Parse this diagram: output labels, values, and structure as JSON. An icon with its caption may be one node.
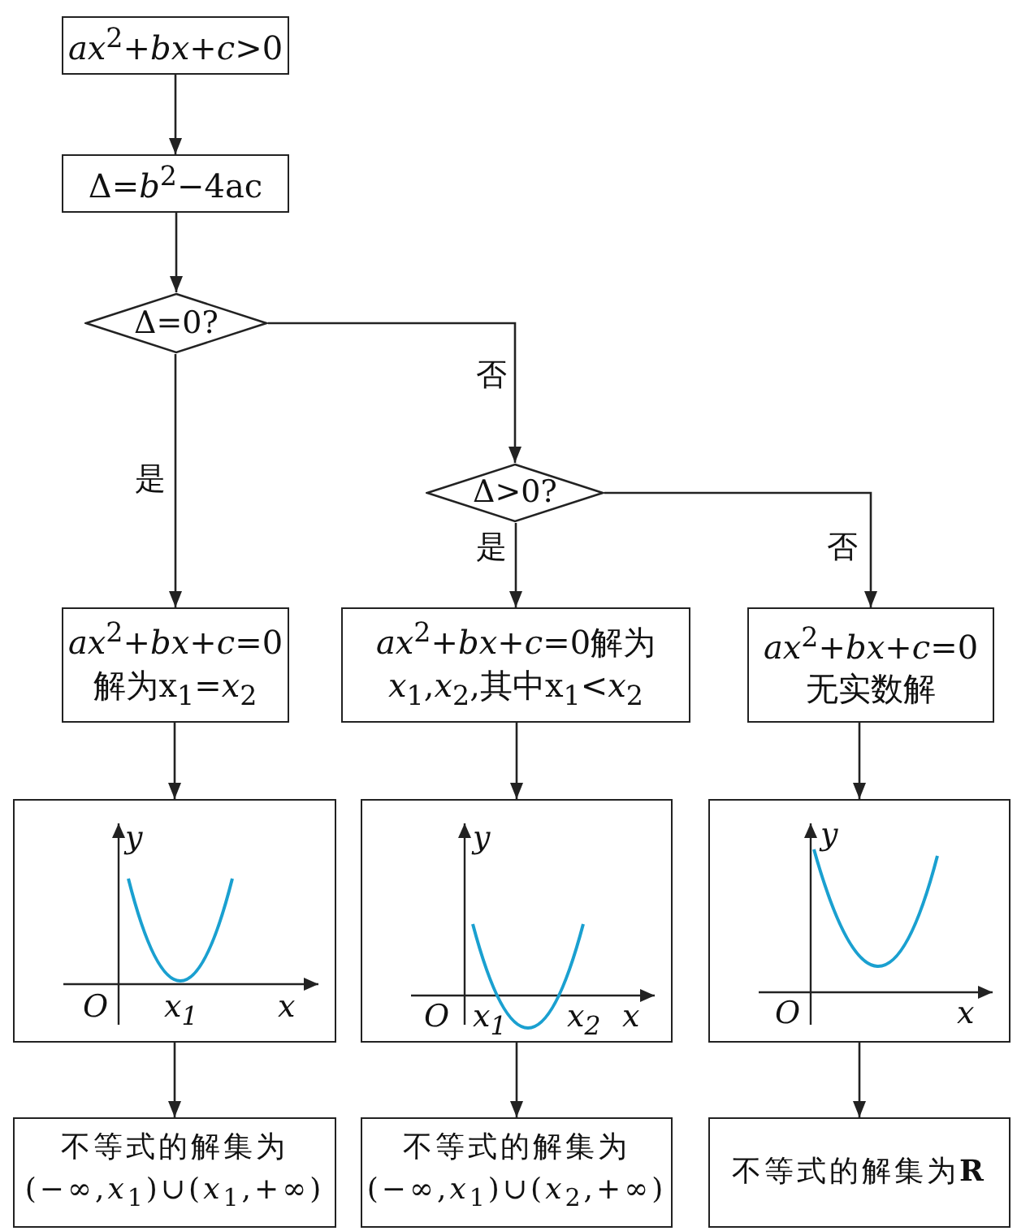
{
  "diagram": {
    "nodes": [
      {
        "text": [
          "*ax*$^{2}$+*bx*+*c*>0"
        ]
      },
      {
        "text": [
          "Δ=*b*$^{2}$−4ac"
        ]
      },
      {
        "text": [
          "Δ=0?"
        ]
      },
      {
        "text": [
          "Δ>0?"
        ]
      },
      {
        "text": [
          "*ax*$^{2}$+*bx*+*c*=0 解为x$_{1}$=*x*$_{2}$"
        ]
      },
      {
        "text": [
          "*ax*$^{2}$+*bx*+*c*=0解为 *x*$_{1}$,*x*$_{2}$,其中x$_{1}$<*x*$_{2}$"
        ]
      },
      {
        "text": [
          "*ax*$^{2}$+*bx*+*c*=0 无实数解"
        ]
      },
      {
        "text": [
          "y",
          "O",
          "*x*$_{1}$",
          "x"
        ]
      },
      {
        "text": [
          "y",
          "O",
          "*x*$_{1}$",
          "*x*$_{2}$",
          "x"
        ]
      },
      {
        "text": [
          "y",
          "O",
          "x"
        ]
      },
      {
        "text": [
          "不等式的解集为(−∞,*x*$_{1}$)∪(*x*$_{1}$,+∞)"
        ]
      },
      {
        "text": [
          "不等式的解集为(−∞,*x*$_{1}$)∪(*x*$_{2}$,+∞)"
        ]
      },
      {
        "text": [
          "不等式的解集为**R**"
        ]
      }
    ],
    "edges": [
      {
        "from": 0,
        "to": 1,
        "arrow": "to"
      },
      {
        "from": 1,
        "to": 2,
        "arrow": "to"
      },
      {
        "from": 2,
        "to": 4,
        "arrow": "to",
        "label": "是"
      },
      {
        "from": 2,
        "to": 3,
        "arrow": "to",
        "label": "否"
      },
      {
        "from": 3,
        "to": 5,
        "arrow": "to",
        "label": "是"
      },
      {
        "from": 3,
        "to": 6,
        "arrow": "to",
        "label": "否"
      },
      {
        "from": 4,
        "to": 7,
        "arrow": "to"
      },
      {
        "from": 5,
        "to": 8,
        "arrow": "to"
      },
      {
        "from": 6,
        "to": 9,
        "arrow": "to"
      },
      {
        "from": 7,
        "to": 10,
        "arrow": "to"
      },
      {
        "from": 8,
        "to": 11,
        "arrow": "to"
      },
      {
        "from": 9,
        "to": 12,
        "arrow": "to"
      }
    ]
  }
}
